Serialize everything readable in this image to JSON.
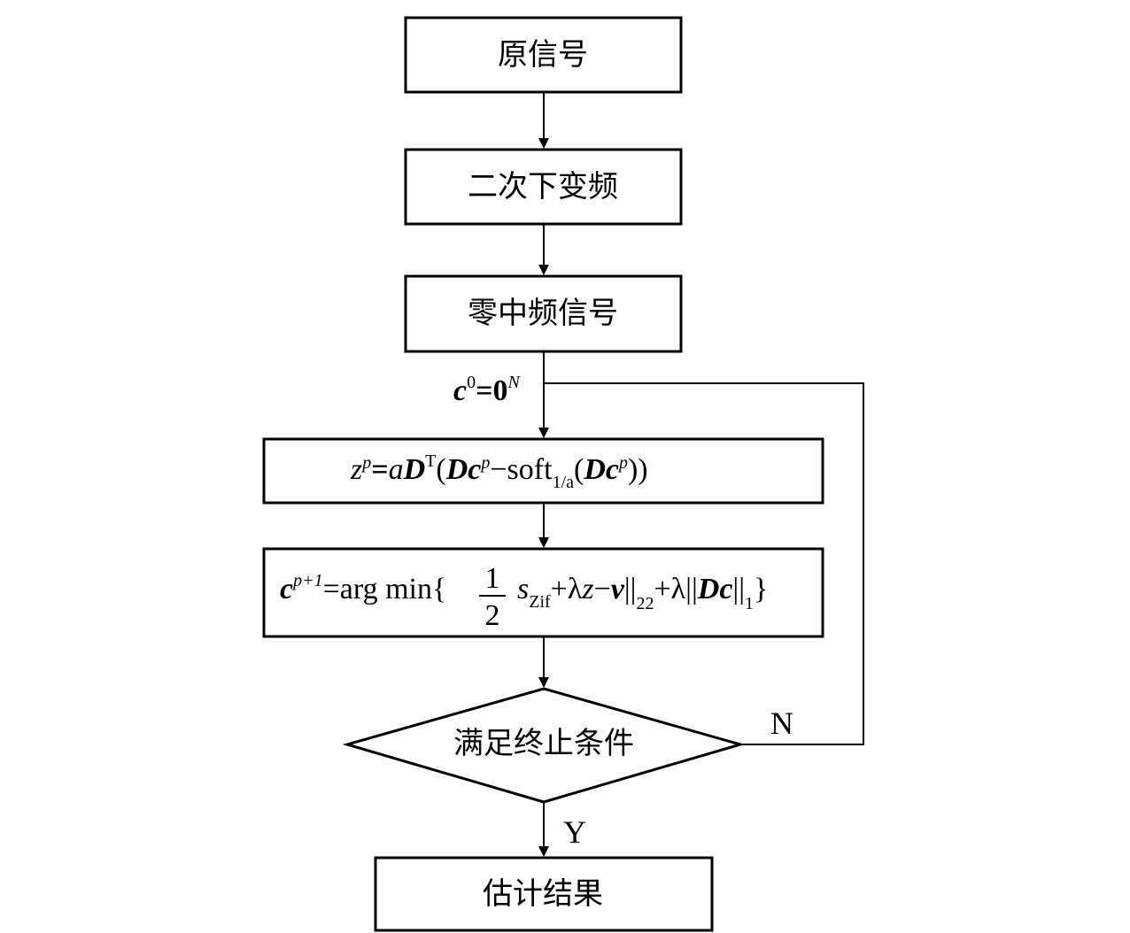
{
  "nodes": {
    "original_signal": "原信号",
    "downconversion": "二次下变频",
    "zero_if_signal": "零中频信号",
    "condition": "满足终止条件",
    "result": "估计结果"
  },
  "init": {
    "c": "c",
    "sup0": "0",
    "eq": "=",
    "zero": "0",
    "supN": "N"
  },
  "formula1": {
    "z": "z",
    "p1": "p",
    "eq": "=",
    "a": "a",
    "D1": "D",
    "T": "T",
    "open1": "(",
    "D2": "D",
    "c1": "c",
    "p2": "p",
    "minus": "−soft",
    "sub": "1/a",
    "open2": "(",
    "D3": "D",
    "c2": "c",
    "p3": "p",
    "close": "))"
  },
  "formula2": {
    "c": "c",
    "sup": "p+1",
    "eq_arg": "=arg min{",
    "num": "1",
    "den": "2",
    "s": "s",
    "sub_zif": "Zif",
    "plus_lambda": "+λ",
    "z": "z",
    "minus": "−",
    "v": "v",
    "norm": "||",
    "sub2": "2",
    "sup2": "2",
    "plus_lambda2": "+λ||",
    "Dc": "Dc",
    "norm2": "||",
    "sub1": "1",
    "close": "}"
  },
  "edges": {
    "no_label": "N",
    "yes_label": "Y"
  }
}
